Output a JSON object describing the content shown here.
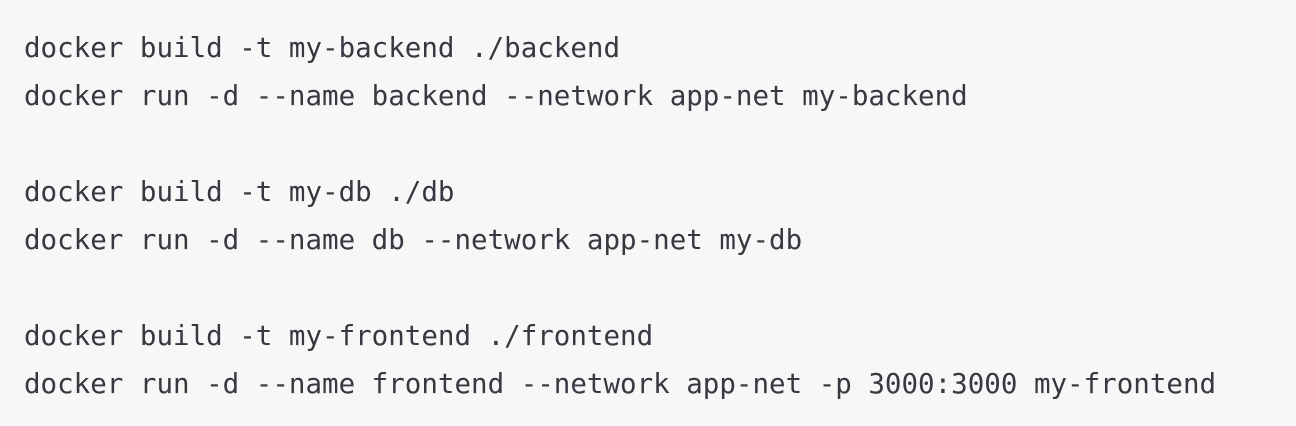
{
  "code_block": {
    "language": "shell",
    "background_color": "#f7f7f8",
    "text_color": "#373840",
    "lines": [
      "docker build -t my-backend ./backend",
      "docker run -d --name backend --network app-net my-backend",
      "",
      "docker build -t my-db ./db",
      "docker run -d --name db --network app-net my-db",
      "",
      "docker build -t my-frontend ./frontend",
      "docker run -d --name frontend --network app-net -p 3000:3000 my-frontend"
    ]
  }
}
